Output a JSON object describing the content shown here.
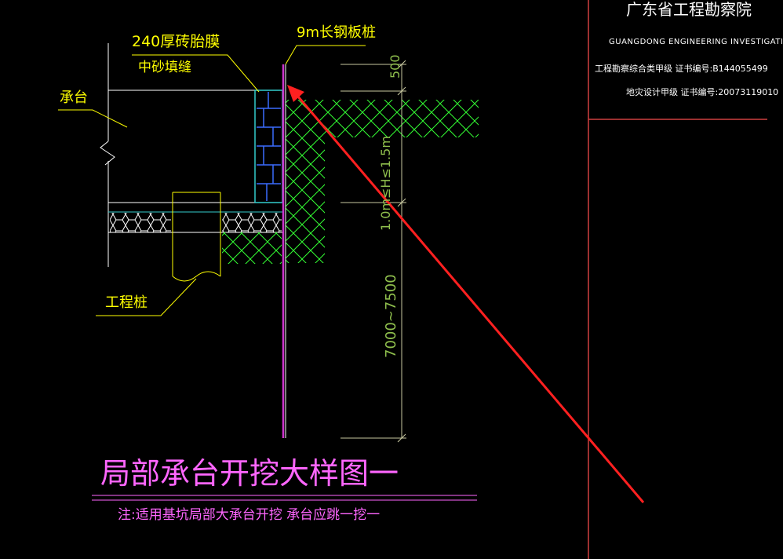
{
  "drawing": {
    "title": "局部承台开挖大样图一",
    "note": "注:适用基坑局部大承台开挖  承台应跳一挖一"
  },
  "labels": {
    "brick": "240厚砖胎膜",
    "sand": "中砂填缝",
    "sheet_pile": "9m长钢板桩",
    "cap": "承台",
    "pile": "工程桩"
  },
  "dimensions": {
    "top": "500",
    "mid": "1.0m≤H≤1.5m",
    "bottom": "7000~7500"
  },
  "title_block": {
    "org_cn": "广东省工程勘察院",
    "org_en": "GUANGDONG ENGINEERING INVESTIGATI",
    "cert1": "工程勘察综合类甲级  证书编号:B144055499",
    "cert2": "地灾设计甲级  证书编号:20073119010"
  },
  "colors": {
    "background": "#000000",
    "annotation_arrow": "#ff2020",
    "brick": "#3b6cff",
    "soil_hatch": "#33ff33",
    "sheet_pile": "#cc33cc",
    "text_yellow": "#ffff00",
    "dimension": "#c8c8a0"
  }
}
